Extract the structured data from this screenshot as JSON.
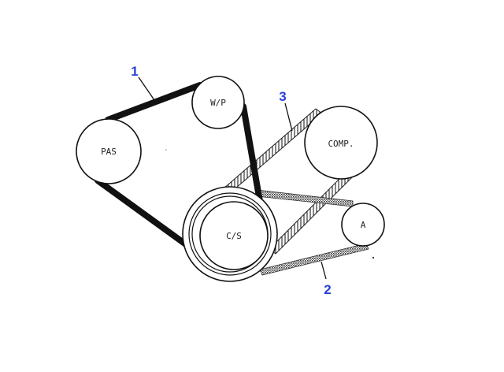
{
  "pulleys": {
    "pas": "PAS",
    "wp": "W/P",
    "comp": "COMP.",
    "cs": "C/S",
    "a": "A"
  },
  "callouts": {
    "belt1": "1",
    "belt2": "2",
    "belt3": "3"
  },
  "colors": {
    "callout": "#2a3fd6",
    "belt": "#111111"
  }
}
